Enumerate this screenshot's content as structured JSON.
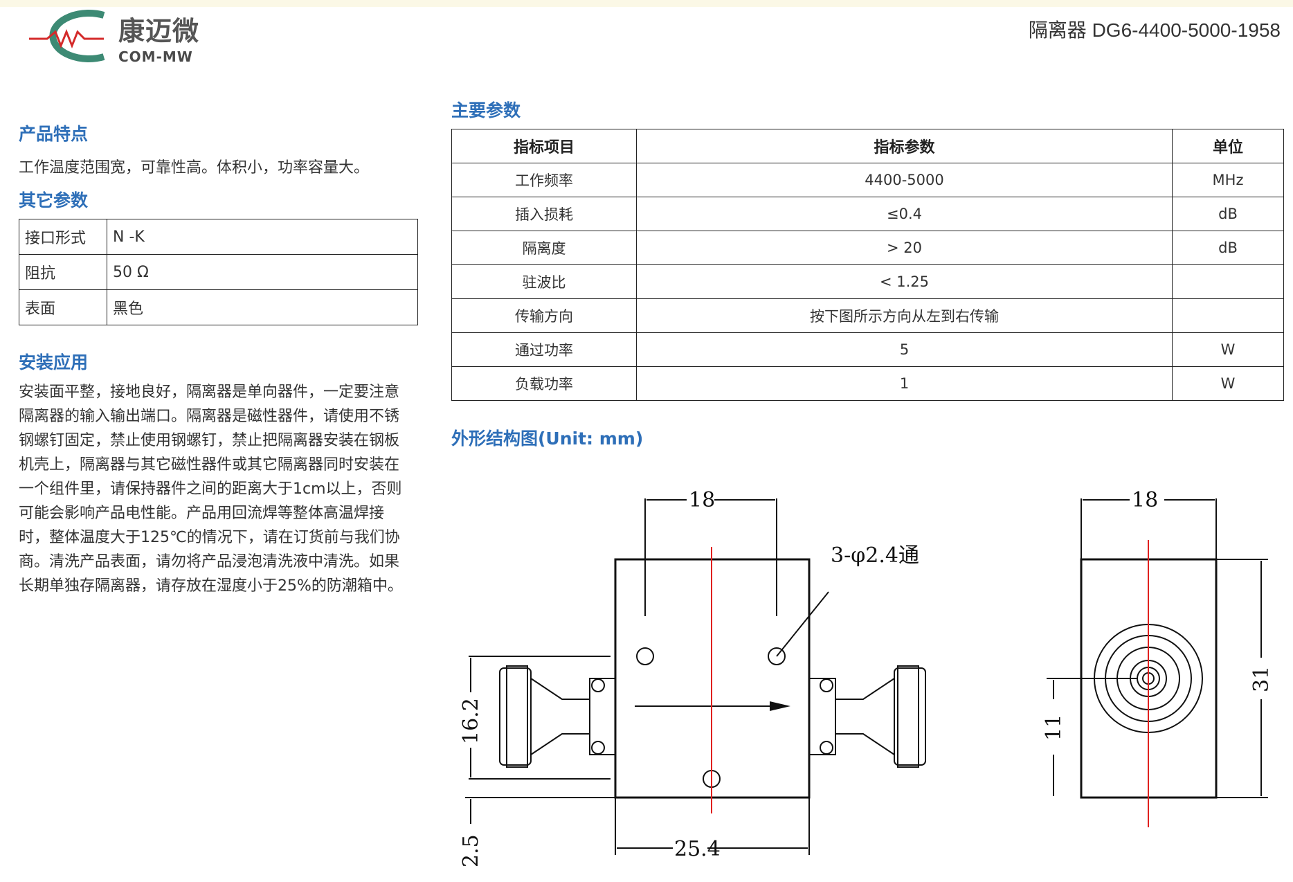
{
  "header": {
    "logo_cn": "康迈微",
    "logo_en": "COM-MW",
    "doc_title": "隔离器 DG6-4400-5000-1958"
  },
  "features": {
    "title": "产品特点",
    "text": "工作温度范围宽，可靠性高。体积小，功率容量大。"
  },
  "other_params": {
    "title": "其它参数",
    "rows": [
      {
        "key": "接口形式",
        "value": "N -K"
      },
      {
        "key": "阻抗",
        "value": "50 Ω"
      },
      {
        "key": "表面",
        "value": "黑色"
      }
    ]
  },
  "installation": {
    "title": "安装应用",
    "text": "安装面平整，接地良好，隔离器是单向器件，一定要注意隔离器的输入输出端口。隔离器是磁性器件，请使用不锈钢螺钉固定，禁止使用钢螺钉，禁止把隔离器安装在钢板机壳上，隔离器与其它磁性器件或其它隔离器同时安装在一个组件里，请保持器件之间的距离大于1cm以上，否则可能会影响产品电性能。产品用回流焊等整体高温焊接时，整体温度大于125℃的情况下，请在订货前与我们协商。清洗产品表面，请勿将产品浸泡清洗液中清洗。如果长期单独存隔离器，请存放在湿度小于25%的防潮箱中。"
  },
  "main_params": {
    "title": "主要参数",
    "headers": [
      "指标项目",
      "指标参数",
      "单位"
    ],
    "rows": [
      [
        "工作频率",
        "4400-5000",
        "MHz"
      ],
      [
        "插入损耗",
        "≤0.4",
        "dB"
      ],
      [
        "隔离度",
        "> 20",
        "dB"
      ],
      [
        "驻波比",
        "< 1.25",
        ""
      ],
      [
        "传输方向",
        "按下图所示方向从左到右传输",
        ""
      ],
      [
        "通过功率",
        "5",
        "W"
      ],
      [
        "负载功率",
        "1",
        "W"
      ]
    ]
  },
  "outline": {
    "title": "外形结构图(Unit: mm)",
    "dims": {
      "top_width": "18",
      "hole_note": "3-φ2.4通",
      "left_height": "16.2",
      "bottom_offset": "2.5",
      "bottom_width": "25.4",
      "side_top_width": "18",
      "side_height": "31",
      "side_center": "11"
    }
  },
  "colors": {
    "heading_blue": "#2e6fb8",
    "logo_green": "#3d8a74",
    "logo_red": "#d42a2a",
    "centerline_red": "#e0201f"
  }
}
